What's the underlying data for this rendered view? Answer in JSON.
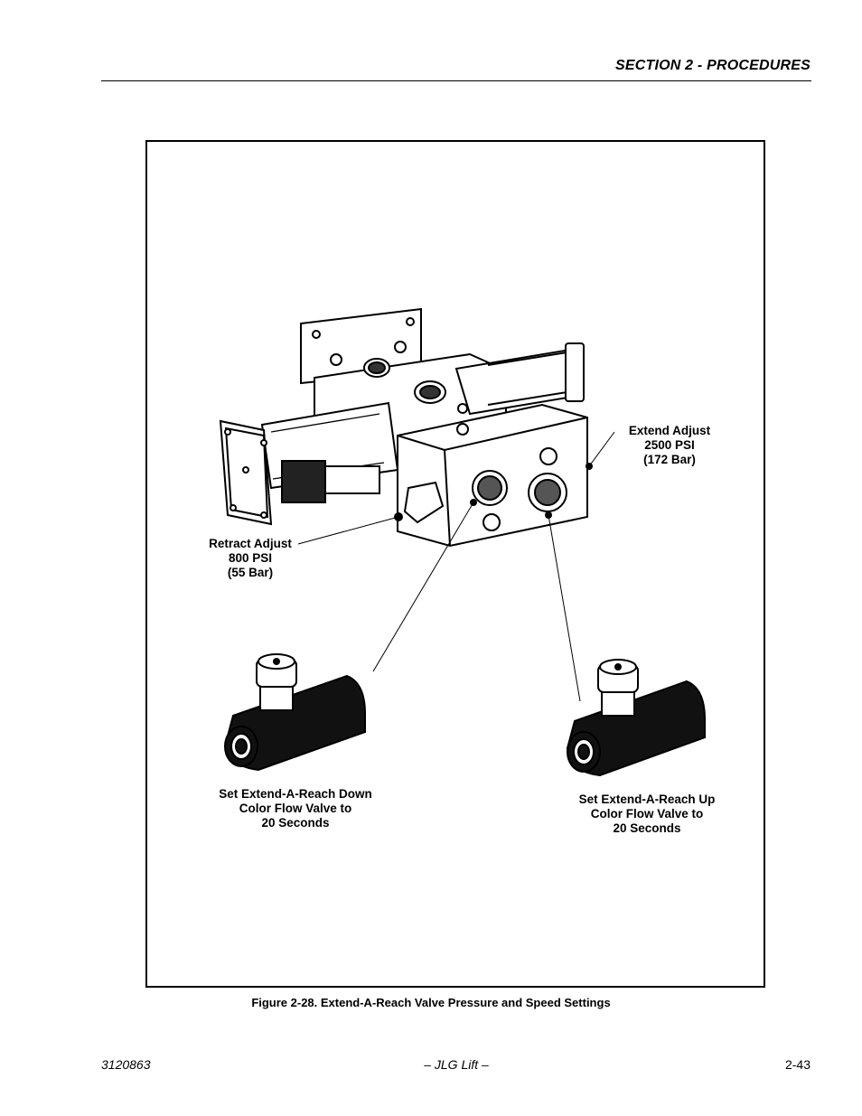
{
  "header": {
    "section_title": "SECTION 2 - PROCEDURES"
  },
  "figure": {
    "callouts": {
      "extend": [
        "Extend Adjust",
        "2500 PSI",
        "(172 Bar)"
      ],
      "retract": [
        "Retract Adjust",
        "800 PSI",
        "(55 Bar)"
      ],
      "down": [
        "Set Extend-A-Reach Down",
        "Color Flow Valve to",
        "20 Seconds"
      ],
      "up": [
        "Set Extend-A-Reach Up",
        "Color Flow Valve to",
        "20 Seconds"
      ]
    },
    "caption": "Figure 2-28.  Extend-A-Reach Valve Pressure and Speed Settings"
  },
  "footer": {
    "doc_number": "3120863",
    "publisher": "– JLG Lift –",
    "page_number": "2-43"
  }
}
